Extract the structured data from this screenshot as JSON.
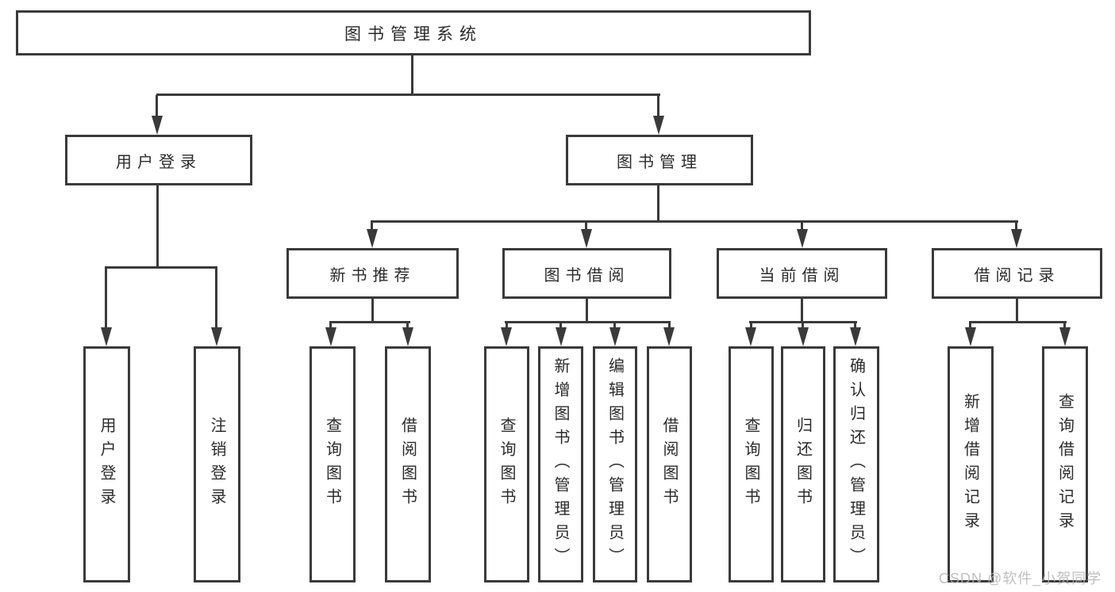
{
  "diagram": {
    "title": "图书管理系统",
    "watermark": "CSDN @软件_小贺同学",
    "colors": {
      "line": "#3a3a3a",
      "text": "#2b2b2b",
      "background": "#ffffff",
      "watermark": "#b5b5b5"
    },
    "branches": [
      {
        "label": "用户登录",
        "children": [
          {
            "label": "用户登录"
          },
          {
            "label": "注销登录"
          }
        ]
      },
      {
        "label": "图书管理",
        "children": [
          {
            "label": "新书推荐",
            "children": [
              {
                "label": "查询图书"
              },
              {
                "label": "借阅图书"
              }
            ]
          },
          {
            "label": "图书借阅",
            "children": [
              {
                "label": "查询图书"
              },
              {
                "label": "新增图书（管理员）"
              },
              {
                "label": "编辑图书（管理员）"
              },
              {
                "label": "借阅图书"
              }
            ]
          },
          {
            "label": "当前借阅",
            "children": [
              {
                "label": "查询图书"
              },
              {
                "label": "归还图书"
              },
              {
                "label": "确认归还（管理员）"
              }
            ]
          },
          {
            "label": "借阅记录",
            "children": [
              {
                "label": "新增借阅记录"
              },
              {
                "label": "查询借阅记录"
              }
            ]
          }
        ]
      }
    ]
  }
}
